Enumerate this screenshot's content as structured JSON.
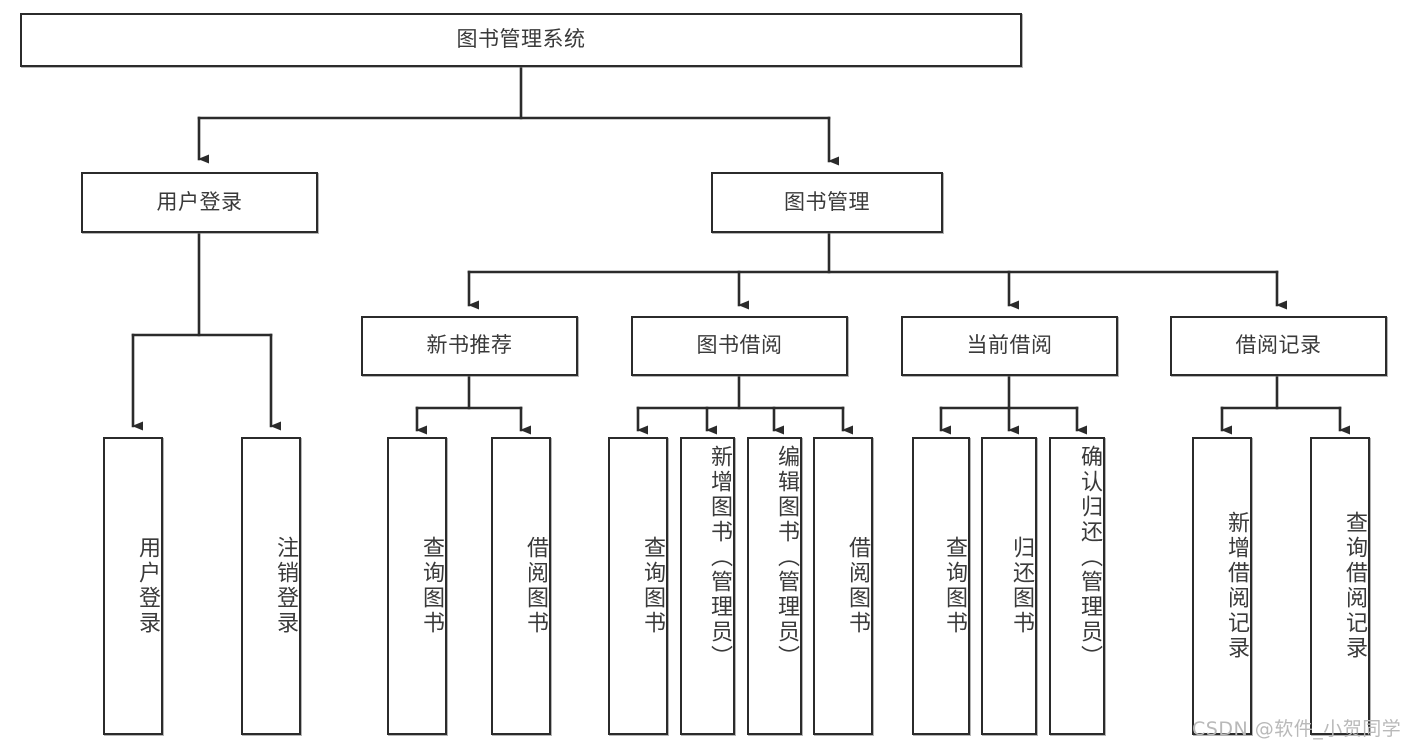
{
  "diagram": {
    "title": "图书管理系统",
    "type": "tree-hierarchy",
    "watermark": "CSDN @软件_小贺同学",
    "colors": {
      "box_border": "#2b2b2b",
      "box_fill": "#ffffff",
      "text": "#3a3a3a",
      "connector": "#2b2b2b",
      "watermark": "#b9b9b9",
      "page_background": "#ffffff"
    },
    "levels": {
      "root": {
        "label": "图书管理系统"
      },
      "level2": [
        {
          "id": "user-login",
          "label": "用户登录"
        },
        {
          "id": "book-manage",
          "label": "图书管理"
        }
      ],
      "level3": [
        {
          "id": "new-book-recommend",
          "label": "新书推荐",
          "parent": "book-manage"
        },
        {
          "id": "book-borrow",
          "label": "图书借阅",
          "parent": "book-manage"
        },
        {
          "id": "current-borrow",
          "label": "当前借阅",
          "parent": "book-manage"
        },
        {
          "id": "borrow-record",
          "label": "借阅记录",
          "parent": "book-manage"
        }
      ],
      "level4": [
        {
          "id": "leaf-user-login",
          "label": "用户登录",
          "parent": "user-login"
        },
        {
          "id": "leaf-logout-login",
          "label": "注销登录",
          "parent": "user-login"
        },
        {
          "id": "leaf-query-book-1",
          "label": "查询图书",
          "parent": "new-book-recommend"
        },
        {
          "id": "leaf-borrow-book-1",
          "label": "借阅图书",
          "parent": "new-book-recommend"
        },
        {
          "id": "leaf-query-book-2",
          "label": "查询图书",
          "parent": "book-borrow"
        },
        {
          "id": "leaf-add-book",
          "label": "新增图书（管理员）",
          "parent": "book-borrow"
        },
        {
          "id": "leaf-edit-book",
          "label": "编辑图书（管理员）",
          "parent": "book-borrow"
        },
        {
          "id": "leaf-borrow-book-2",
          "label": "借阅图书",
          "parent": "book-borrow"
        },
        {
          "id": "leaf-query-book-3",
          "label": "查询图书",
          "parent": "current-borrow"
        },
        {
          "id": "leaf-return-book",
          "label": "归还图书",
          "parent": "current-borrow"
        },
        {
          "id": "leaf-confirm-return",
          "label": "确认归还（管理员）",
          "parent": "current-borrow"
        },
        {
          "id": "leaf-add-record",
          "label": "新增借阅记录",
          "parent": "borrow-record"
        },
        {
          "id": "leaf-query-record",
          "label": "查询借阅记录",
          "parent": "borrow-record"
        }
      ]
    }
  }
}
